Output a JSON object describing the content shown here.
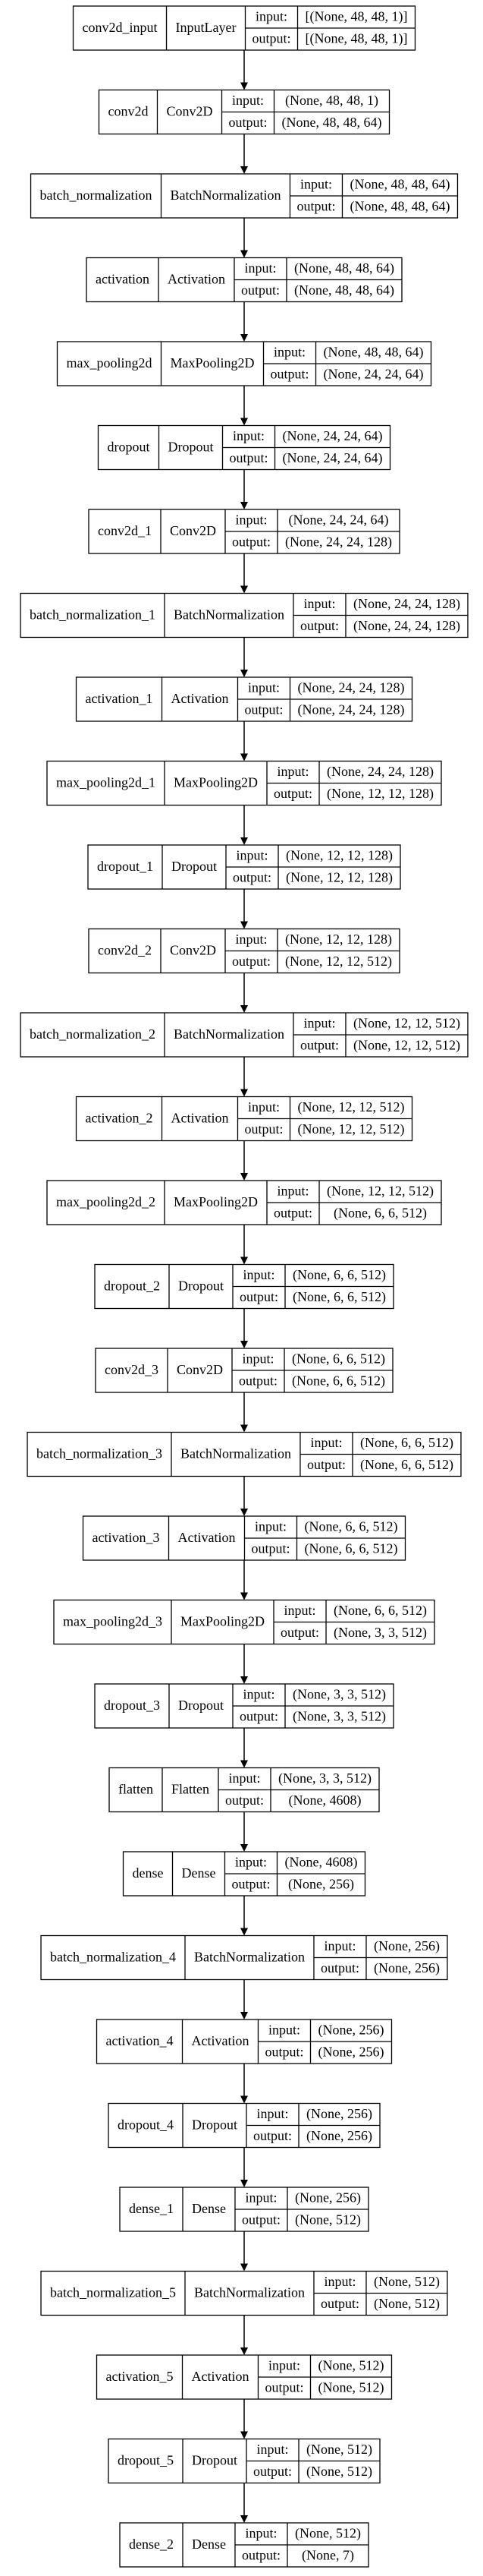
{
  "labels": {
    "input": "input:",
    "output": "output:"
  },
  "nodes": [
    {
      "name": "conv2d_input",
      "type": "InputLayer",
      "input": "[(None, 48, 48, 1)]",
      "output": "[(None, 48, 48, 1)]"
    },
    {
      "name": "conv2d",
      "type": "Conv2D",
      "input": "(None, 48, 48, 1)",
      "output": "(None, 48, 48, 64)"
    },
    {
      "name": "batch_normalization",
      "type": "BatchNormalization",
      "input": "(None, 48, 48, 64)",
      "output": "(None, 48, 48, 64)"
    },
    {
      "name": "activation",
      "type": "Activation",
      "input": "(None, 48, 48, 64)",
      "output": "(None, 48, 48, 64)"
    },
    {
      "name": "max_pooling2d",
      "type": "MaxPooling2D",
      "input": "(None, 48, 48, 64)",
      "output": "(None, 24, 24, 64)"
    },
    {
      "name": "dropout",
      "type": "Dropout",
      "input": "(None, 24, 24, 64)",
      "output": "(None, 24, 24, 64)"
    },
    {
      "name": "conv2d_1",
      "type": "Conv2D",
      "input": "(None, 24, 24, 64)",
      "output": "(None, 24, 24, 128)"
    },
    {
      "name": "batch_normalization_1",
      "type": "BatchNormalization",
      "input": "(None, 24, 24, 128)",
      "output": "(None, 24, 24, 128)"
    },
    {
      "name": "activation_1",
      "type": "Activation",
      "input": "(None, 24, 24, 128)",
      "output": "(None, 24, 24, 128)"
    },
    {
      "name": "max_pooling2d_1",
      "type": "MaxPooling2D",
      "input": "(None, 24, 24, 128)",
      "output": "(None, 12, 12, 128)"
    },
    {
      "name": "dropout_1",
      "type": "Dropout",
      "input": "(None, 12, 12, 128)",
      "output": "(None, 12, 12, 128)"
    },
    {
      "name": "conv2d_2",
      "type": "Conv2D",
      "input": "(None, 12, 12, 128)",
      "output": "(None, 12, 12, 512)"
    },
    {
      "name": "batch_normalization_2",
      "type": "BatchNormalization",
      "input": "(None, 12, 12, 512)",
      "output": "(None, 12, 12, 512)"
    },
    {
      "name": "activation_2",
      "type": "Activation",
      "input": "(None, 12, 12, 512)",
      "output": "(None, 12, 12, 512)"
    },
    {
      "name": "max_pooling2d_2",
      "type": "MaxPooling2D",
      "input": "(None, 12, 12, 512)",
      "output": "(None, 6, 6, 512)"
    },
    {
      "name": "dropout_2",
      "type": "Dropout",
      "input": "(None, 6, 6, 512)",
      "output": "(None, 6, 6, 512)"
    },
    {
      "name": "conv2d_3",
      "type": "Conv2D",
      "input": "(None, 6, 6, 512)",
      "output": "(None, 6, 6, 512)"
    },
    {
      "name": "batch_normalization_3",
      "type": "BatchNormalization",
      "input": "(None, 6, 6, 512)",
      "output": "(None, 6, 6, 512)"
    },
    {
      "name": "activation_3",
      "type": "Activation",
      "input": "(None, 6, 6, 512)",
      "output": "(None, 6, 6, 512)"
    },
    {
      "name": "max_pooling2d_3",
      "type": "MaxPooling2D",
      "input": "(None, 6, 6, 512)",
      "output": "(None, 3, 3, 512)"
    },
    {
      "name": "dropout_3",
      "type": "Dropout",
      "input": "(None, 3, 3, 512)",
      "output": "(None, 3, 3, 512)"
    },
    {
      "name": "flatten",
      "type": "Flatten",
      "input": "(None, 3, 3, 512)",
      "output": "(None, 4608)"
    },
    {
      "name": "dense",
      "type": "Dense",
      "input": "(None, 4608)",
      "output": "(None, 256)"
    },
    {
      "name": "batch_normalization_4",
      "type": "BatchNormalization",
      "input": "(None, 256)",
      "output": "(None, 256)"
    },
    {
      "name": "activation_4",
      "type": "Activation",
      "input": "(None, 256)",
      "output": "(None, 256)"
    },
    {
      "name": "dropout_4",
      "type": "Dropout",
      "input": "(None, 256)",
      "output": "(None, 256)"
    },
    {
      "name": "dense_1",
      "type": "Dense",
      "input": "(None, 256)",
      "output": "(None, 512)"
    },
    {
      "name": "batch_normalization_5",
      "type": "BatchNormalization",
      "input": "(None, 512)",
      "output": "(None, 512)"
    },
    {
      "name": "activation_5",
      "type": "Activation",
      "input": "(None, 512)",
      "output": "(None, 512)"
    },
    {
      "name": "dropout_5",
      "type": "Dropout",
      "input": "(None, 512)",
      "output": "(None, 512)"
    },
    {
      "name": "dense_2",
      "type": "Dense",
      "input": "(None, 512)",
      "output": "(None, 7)"
    }
  ]
}
